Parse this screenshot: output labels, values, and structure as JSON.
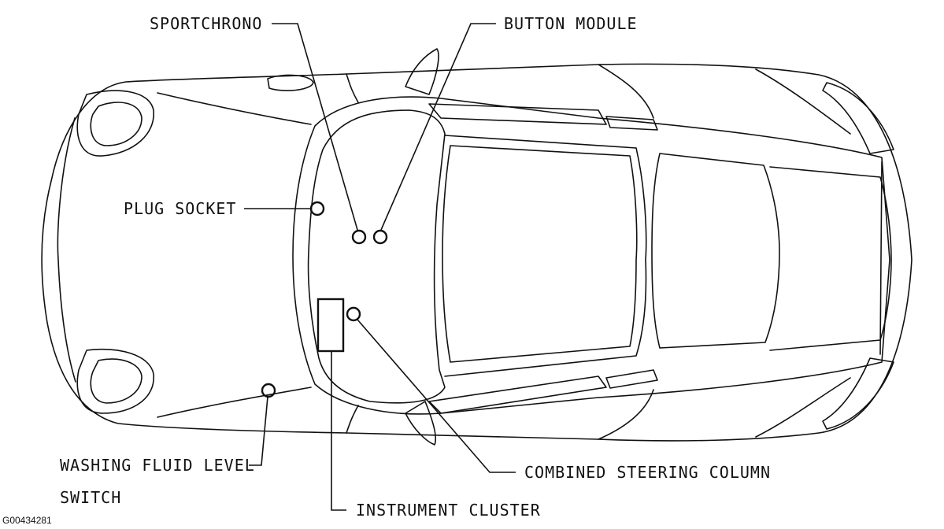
{
  "figure_id": "G00434281",
  "labels": {
    "sportchrono": "SPORTCHRONO",
    "button_module": "BUTTON MODULE",
    "plug_socket": "PLUG SOCKET",
    "washing_fluid_line1": "WASHING FLUID LEVEL",
    "washing_fluid_line2": "SWITCH",
    "combined_steering": "COMBINED STEERING COLUMN",
    "instrument_cluster": "INSTRUMENT CLUSTER"
  }
}
